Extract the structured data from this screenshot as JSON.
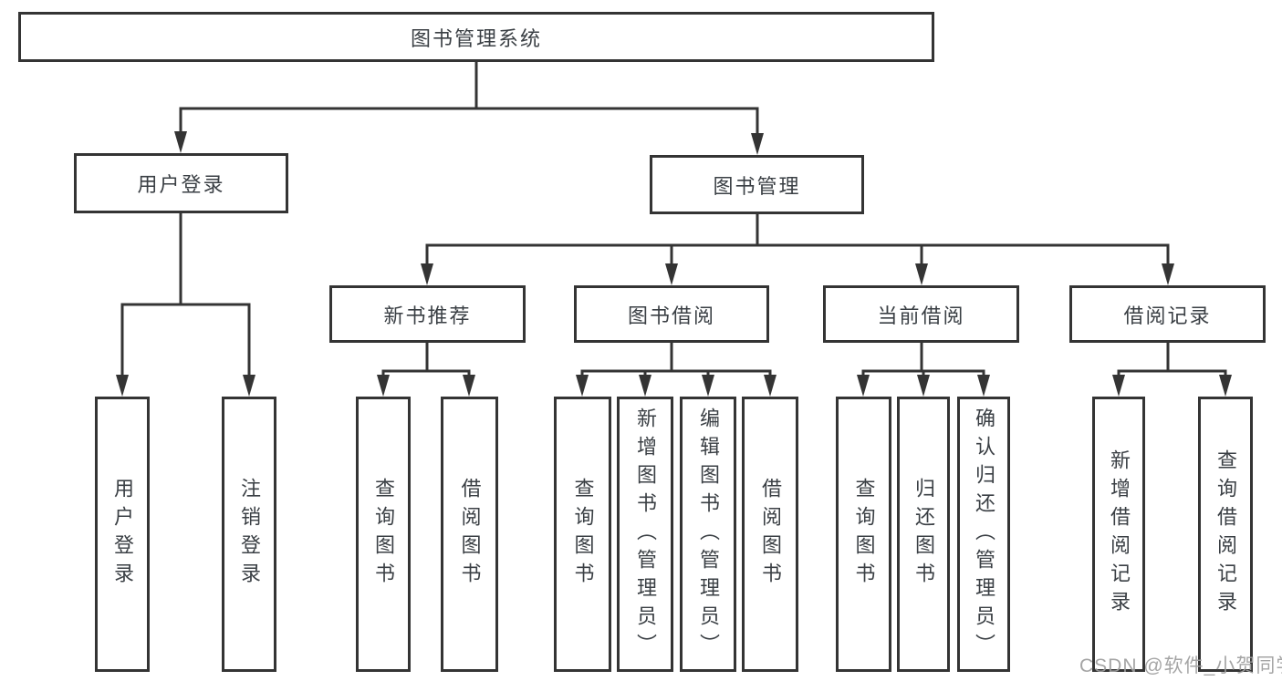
{
  "tree": {
    "label": "图书管理系统",
    "children": [
      {
        "label": "用户登录",
        "children": [
          {
            "label": "用户登录"
          },
          {
            "label": "注销登录"
          }
        ]
      },
      {
        "label": "图书管理",
        "children": [
          {
            "label": "新书推荐",
            "children": [
              {
                "label": "查询图书"
              },
              {
                "label": "借阅图书"
              }
            ]
          },
          {
            "label": "图书借阅",
            "children": [
              {
                "label": "查询图书"
              },
              {
                "label": "新增图书（管理员）"
              },
              {
                "label": "编辑图书（管理员）"
              },
              {
                "label": "借阅图书"
              }
            ]
          },
          {
            "label": "当前借阅",
            "children": [
              {
                "label": "查询图书"
              },
              {
                "label": "归还图书"
              },
              {
                "label": "确认归还（管理员）"
              }
            ]
          },
          {
            "label": "借阅记录",
            "children": [
              {
                "label": "新增借阅记录"
              },
              {
                "label": "查询借阅记录"
              }
            ]
          }
        ]
      }
    ]
  },
  "watermark": "CSDN @软件_小贺同学",
  "colors": {
    "line_color": "#343434",
    "text_color": "#3a3f44",
    "watermark_color": "#9e9e9e",
    "bg_color": "#ffffff"
  }
}
